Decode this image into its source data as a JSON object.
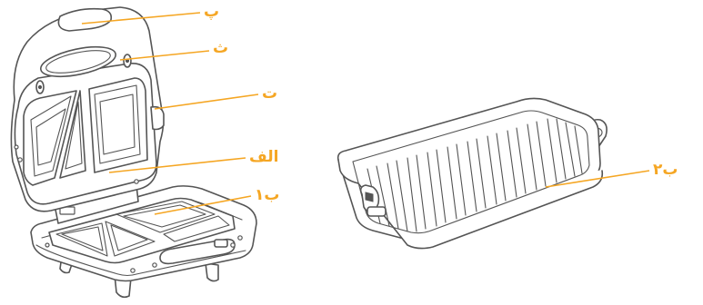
{
  "figure": {
    "accent_color": "#F5A623",
    "line_color": "#555555",
    "labels": {
      "pe": "پ",
      "se": "ث",
      "te": "ت",
      "alef": "الف",
      "be1": "ب۱",
      "be2": "ب۲"
    }
  }
}
